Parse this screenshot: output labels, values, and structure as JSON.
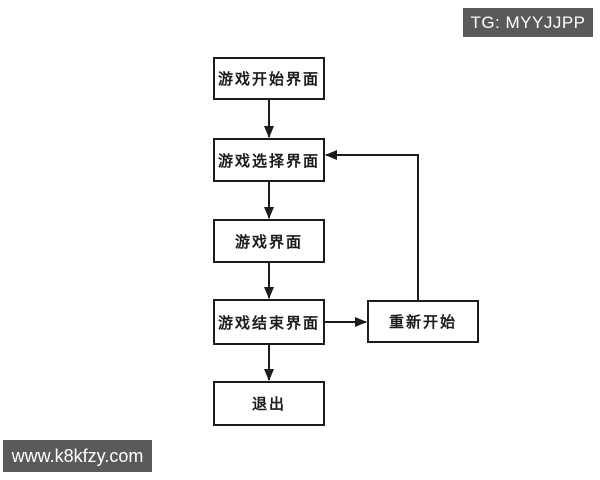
{
  "watermarks": {
    "top_right": "TG: MYYJJPP",
    "bottom_left": "www.k8kfzy.com"
  },
  "colors": {
    "page_bg": "#ffffff",
    "badge_bg": "#595a5c",
    "badge_text": "#ffffff",
    "box_border": "#1c1c1c",
    "box_bg": "#ffffff",
    "line": "#1c1c1c"
  },
  "flowchart": {
    "nodes": [
      {
        "id": "start",
        "label": "游戏开始界面"
      },
      {
        "id": "select",
        "label": "游戏选择界面"
      },
      {
        "id": "game",
        "label": "游戏界面"
      },
      {
        "id": "end",
        "label": "游戏结束界面"
      },
      {
        "id": "restart",
        "label": "重新开始"
      },
      {
        "id": "exit",
        "label": "退出"
      }
    ],
    "edges": [
      {
        "from": "start",
        "to": "select"
      },
      {
        "from": "select",
        "to": "game"
      },
      {
        "from": "game",
        "to": "end"
      },
      {
        "from": "end",
        "to": "restart"
      },
      {
        "from": "restart",
        "to": "select"
      },
      {
        "from": "end",
        "to": "exit"
      }
    ]
  }
}
